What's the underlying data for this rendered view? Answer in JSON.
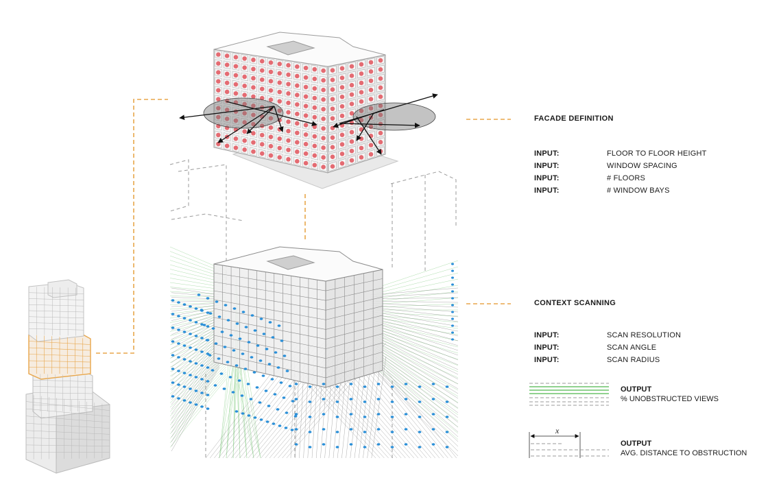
{
  "facade_section": {
    "title": "FACADE DEFINITION",
    "inputs": [
      {
        "label": "INPUT:",
        "value": "FLOOR TO FLOOR HEIGHT"
      },
      {
        "label": "INPUT:",
        "value": "WINDOW SPACING"
      },
      {
        "label": "INPUT:",
        "value": "# FLOORS"
      },
      {
        "label": "INPUT:",
        "value": "# WINDOW BAYS"
      }
    ]
  },
  "context_section": {
    "title": "CONTEXT SCANNING",
    "inputs": [
      {
        "label": "INPUT:",
        "value": "SCAN RESOLUTION"
      },
      {
        "label": "INPUT:",
        "value": "SCAN ANGLE"
      },
      {
        "label": "INPUT:",
        "value": "SCAN RADIUS"
      }
    ]
  },
  "outputs": [
    {
      "title": "OUTPUT",
      "description": "% UNOBSTRUCTED VIEWS"
    },
    {
      "title": "OUTPUT",
      "description": "AVG. DISTANCE TO OBSTRUCTION",
      "symbol": "x"
    }
  ],
  "colors": {
    "accent_orange": "#e8a64a",
    "window_red": "#e0525a",
    "scan_green": "#6cc36a",
    "scan_point_blue": "#2a8fd8",
    "structure_gray": "#9a9a9a"
  }
}
